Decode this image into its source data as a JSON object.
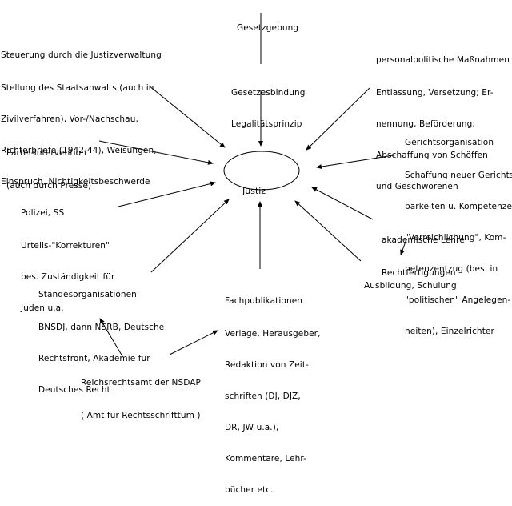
{
  "diagram": {
    "center": "Justiz",
    "nodes": {
      "gesetzgebung": {
        "title": "Gesetzgebung",
        "lines": []
      },
      "gesetzesbindung": {
        "title": "",
        "lines": [
          "Gesetzesbindung",
          "Legalitätsprinzip"
        ]
      },
      "steuerung": {
        "title": "Steuerung durch die Justizverwaltung",
        "lines": [
          "Stellung des Staatsanwalts (auch in",
          "Zivilverfahren), Vor-/Nachschau,",
          "Richterbriefe (1942-44), Weisungen,",
          "Einspruch, Nichtigkeitsbeschwerde"
        ]
      },
      "personal": {
        "title": "personalpolitische Maßnahmen",
        "lines": [
          "Entlassung, Versetzung; Er-",
          "nennung, Beförderung;",
          "Abschaffung von Schöffen",
          "und Geschworenen"
        ]
      },
      "partei": {
        "title": "Partei-Intervention",
        "lines": [
          "(auch durch Presse)"
        ]
      },
      "gericht": {
        "title": "Gerichtsorganisation",
        "lines": [
          "Schaffung neuer Gerichts-",
          "barkeiten u. Kompetenzen,",
          "\"Verreichlichung\", Kom-",
          "petenzentzug (bes. in",
          "\"politischen\" Angelegen-",
          "heiten), Einzelrichter"
        ]
      },
      "polizei": {
        "title": "Polizei, SS",
        "lines": [
          "Urteils-\"Korrekturen\"",
          "bes. Zuständigkeit für",
          "Juden u.a."
        ]
      },
      "akademisch": {
        "title": "akademische Lehre",
        "lines": [
          "Rechtfertigungen"
        ]
      },
      "ausbildung": {
        "title": "Ausbildung, Schulung",
        "lines": []
      },
      "stand": {
        "title": "Standesorganisationen",
        "lines": [
          "BNSDJ, dann NSRB, Deutsche",
          "Rechtsfront, Akademie für",
          "Deutsches Recht"
        ]
      },
      "fach": {
        "title": "Fachpublikationen",
        "lines": [
          "Verlage, Herausgeber,",
          "Redaktion von Zeit-",
          "schriften (DJ, DJZ,",
          "DR, JW u.a.),",
          "Kommentare, Lehr-",
          "bücher etc."
        ]
      },
      "reichsrecht": {
        "title": "Reichsrechtsamt der NSDAP",
        "lines": [
          "( Amt für Rechtsschrifttum )"
        ]
      }
    }
  }
}
